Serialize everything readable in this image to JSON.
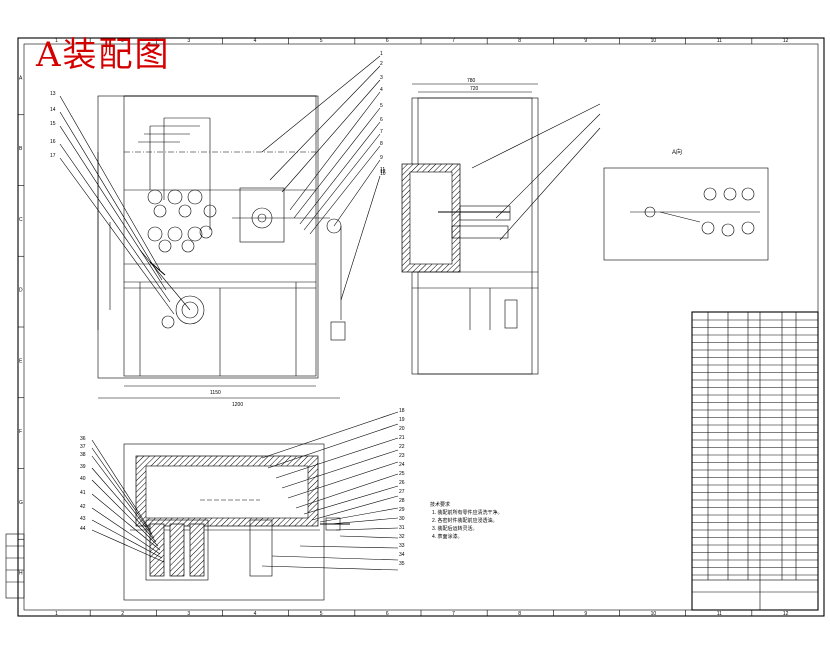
{
  "drawing": {
    "title": "A装配图",
    "view_label_a": "A向",
    "top_dim_1": "780",
    "top_dim_2": "720",
    "bottom_dim_1": "1150",
    "bottom_dim_2": "1200"
  },
  "frame": {
    "col_numbers": [
      "1",
      "2",
      "3",
      "4",
      "5",
      "6",
      "7",
      "8",
      "9",
      "10",
      "11",
      "12"
    ],
    "row_letters": [
      "A",
      "B",
      "C",
      "D",
      "E",
      "F",
      "G",
      "H"
    ]
  },
  "part_numbers_right": [
    "1",
    "2",
    "3",
    "4",
    "5",
    "6",
    "7",
    "8",
    "9",
    "10",
    "11",
    "12"
  ],
  "part_numbers_left": [
    "13",
    "14",
    "15",
    "16",
    "17"
  ],
  "part_numbers_mid": [
    "18",
    "19",
    "20",
    "21",
    "22",
    "23",
    "24",
    "25",
    "26",
    "27",
    "28",
    "29",
    "30",
    "31",
    "32",
    "33",
    "34",
    "35"
  ],
  "part_numbers_bottom_left": [
    "36",
    "37",
    "38",
    "39",
    "40",
    "41",
    "42",
    "43",
    "44"
  ],
  "notes": {
    "heading": "技术要求",
    "lines": [
      "1. 装配前所有零件应清洗干净。",
      "2. 各密封件装配前应浸透油。",
      "3. 装配后运转灵活。",
      "4. 表面涂漆。"
    ]
  },
  "colors": {
    "stamp": "#d40000",
    "ink": "#000000",
    "paper": "#ffffff"
  }
}
